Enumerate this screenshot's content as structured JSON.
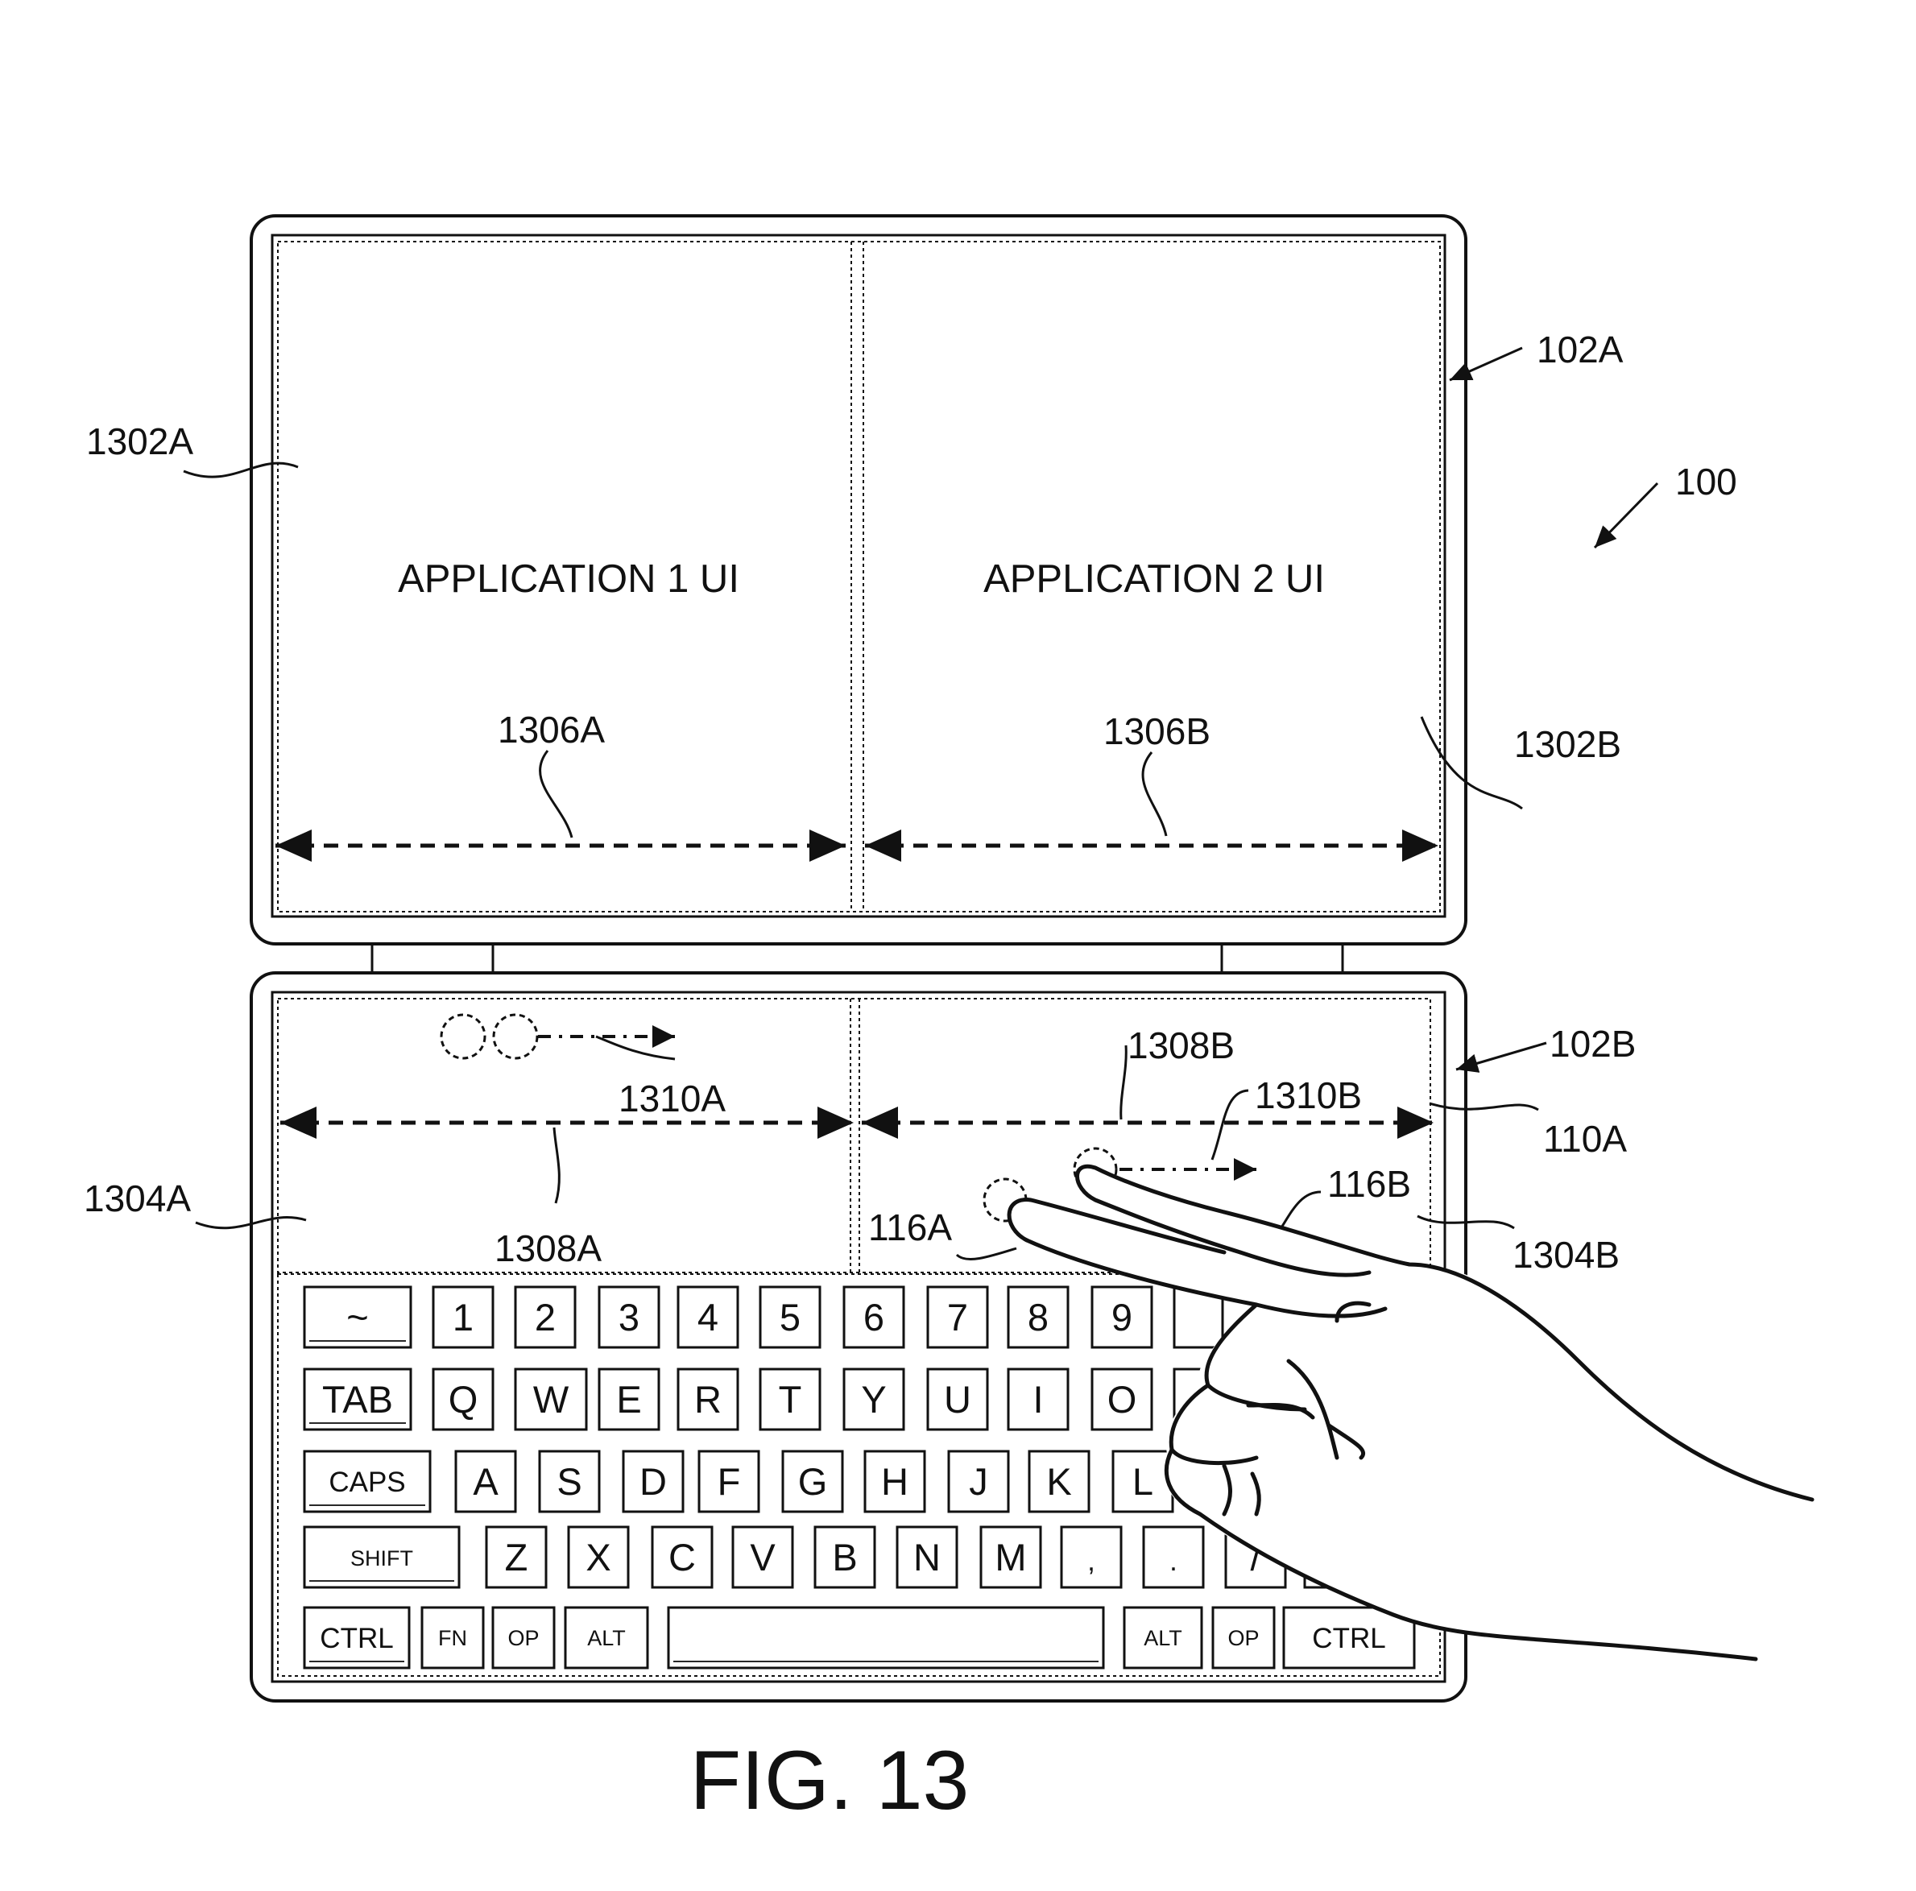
{
  "figure": {
    "caption": "FIG. 13",
    "device_label": "100",
    "top_display_label": "102A",
    "bottom_display_label": "102B",
    "touch_area_label": "110A"
  },
  "display": {
    "app1_title": "APPLICATION 1 UI",
    "app2_title": "APPLICATION 2 UI",
    "app1_region_label": "1302A",
    "app2_region_label": "1302B",
    "app1_width_label": "1306A",
    "app2_width_label": "1306B"
  },
  "touchpad": {
    "left_region_label": "1304A",
    "right_region_label": "1304B",
    "left_width_label": "1308A",
    "right_width_label": "1308B",
    "left_gesture_label": "1310A",
    "right_gesture_label": "1310B",
    "touch_1_label": "116A",
    "touch_2_label": "116B"
  },
  "keyboard": {
    "row1": [
      "~",
      "1",
      "2",
      "3",
      "4",
      "5",
      "6",
      "7",
      "8",
      "9",
      ""
    ],
    "row2": [
      "TAB",
      "Q",
      "W",
      "E",
      "R",
      "T",
      "Y",
      "U",
      "I",
      "O",
      ""
    ],
    "row3": [
      "CAPS",
      "A",
      "S",
      "D",
      "F",
      "G",
      "H",
      "J",
      "K",
      "L",
      ""
    ],
    "row4": [
      "SHIFT",
      "Z",
      "X",
      "C",
      "V",
      "B",
      "N",
      "M",
      ",",
      ".",
      "/",
      ""
    ],
    "row5": [
      "CTRL",
      "FN",
      "OP",
      "ALT",
      "",
      "ALT",
      "OP",
      "CTRL"
    ]
  }
}
